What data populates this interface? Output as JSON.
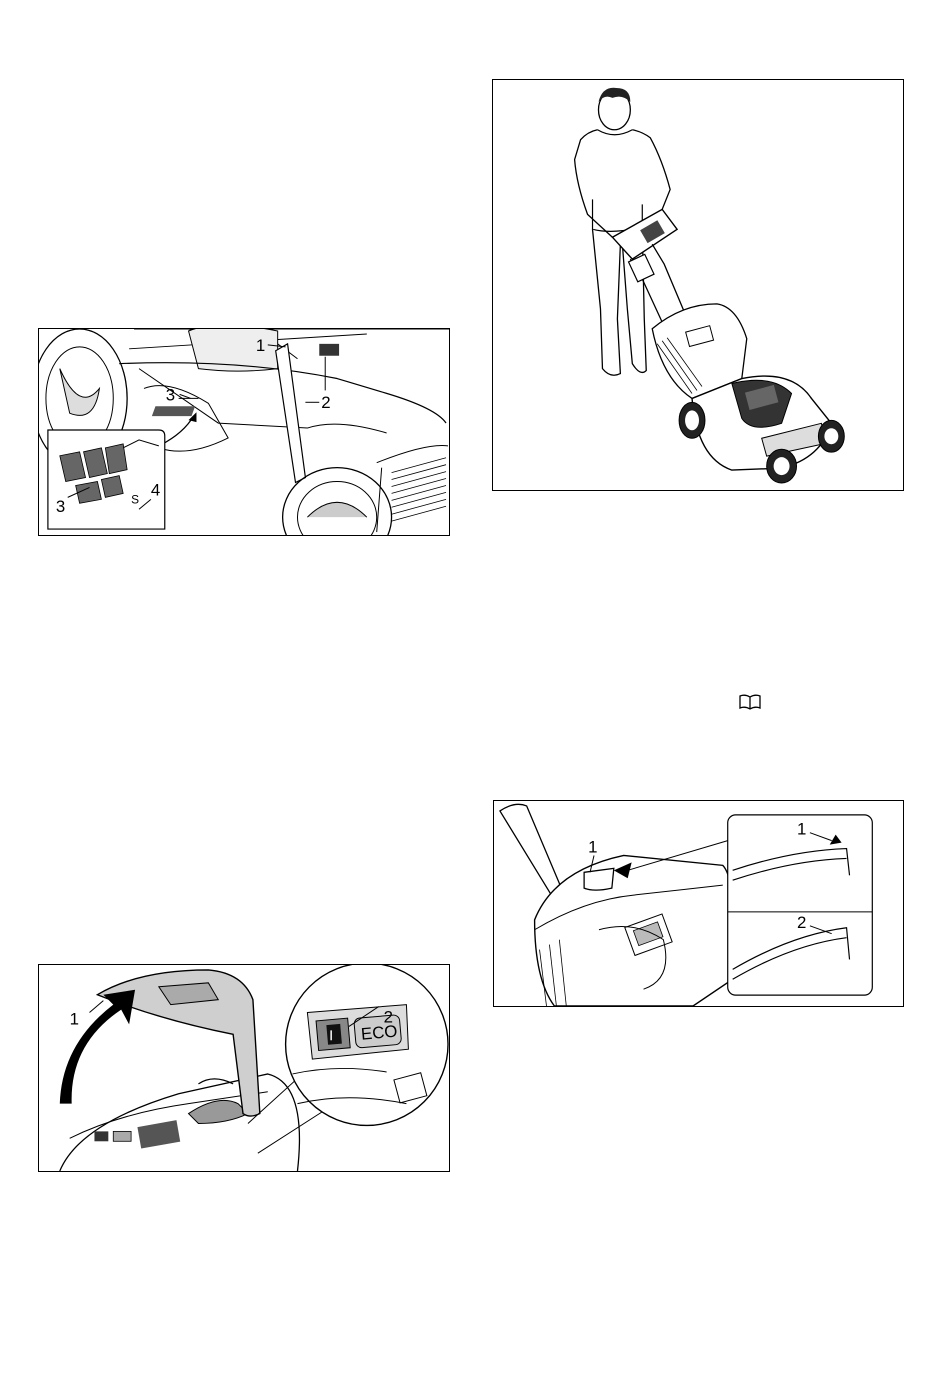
{
  "figures": {
    "height_adjust": {
      "callouts": {
        "c1": "1",
        "c2": "2",
        "c3": "3",
        "c3b": "3",
        "c4": "4"
      },
      "scale_letter": "S"
    },
    "operator": {},
    "battery_cover": {
      "callouts": {
        "c1": "1",
        "c2": "2"
      },
      "button_label": "ECO"
    },
    "grassbox": {
      "callouts": {
        "c1": "1",
        "c1b": "1",
        "c2": "2"
      }
    }
  },
  "icons": {
    "manual": "book-icon"
  }
}
